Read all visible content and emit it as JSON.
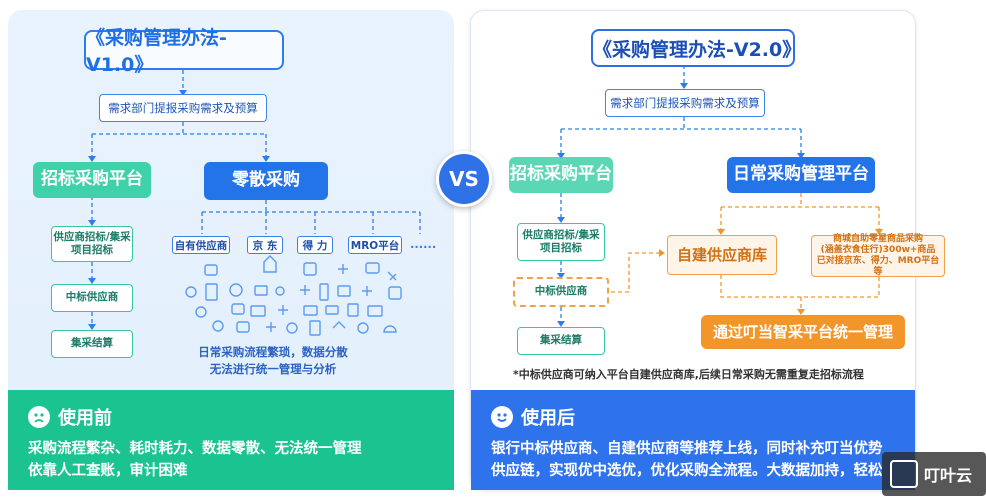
{
  "vs_label": "VS",
  "left": {
    "title": "《采购管理办法-V1.0》",
    "request": "需求部门提报采购需求及预算",
    "platform": "招标采购平台",
    "scattered": "零散采购",
    "steps": [
      "供应商招标/集采项目招标",
      "中标供应商",
      "集采结算"
    ],
    "channels": [
      "自有供应商",
      "京 东",
      "得 力",
      "MRO平台",
      "......"
    ],
    "note_line1": "日常采购流程繁琐，数据分散",
    "note_line2": "无法进行统一管理与分析",
    "bottom_title": "使用前",
    "bottom_line1": "采购流程繁杂、耗时耗力、数据零散、无法统一管理",
    "bottom_line2": "依靠人工查账，审计困难"
  },
  "right": {
    "title": "《采购管理办法-V2.0》",
    "request": "需求部门提报采购需求及预算",
    "platform": "招标采购平台",
    "daily": "日常采购管理平台",
    "steps": [
      "供应商招标/集采项目招标",
      "中标供应商",
      "集采结算"
    ],
    "self_supplier": "自建供应商库",
    "mall_line1": "商城自助零星商品采购",
    "mall_line2": "(涵盖衣食住行)300w+商品",
    "mall_line3": "已对接京东、得力、MRO平台等",
    "unified": "通过叮当智采平台统一管理",
    "footnote": "*中标供应商可纳入平台自建供应商库,后续日常采购无需重复走招标流程",
    "bottom_title": "使用后",
    "bottom_line1": "银行中标供应商、自建供应商等推荐上线，同时补充叮当优势",
    "bottom_line2": "供应链，实现优中选优，优化采购全流程。大数据加持，",
    "bottom_line2_tail": "轻松"
  },
  "watermark_text": "叮叶云",
  "colors": {
    "blue": "#2474e9",
    "teal": "#3fd1a9",
    "green_bottom": "#1bc390",
    "blue_bottom": "#2e73ec",
    "orange": "#f3962a"
  }
}
